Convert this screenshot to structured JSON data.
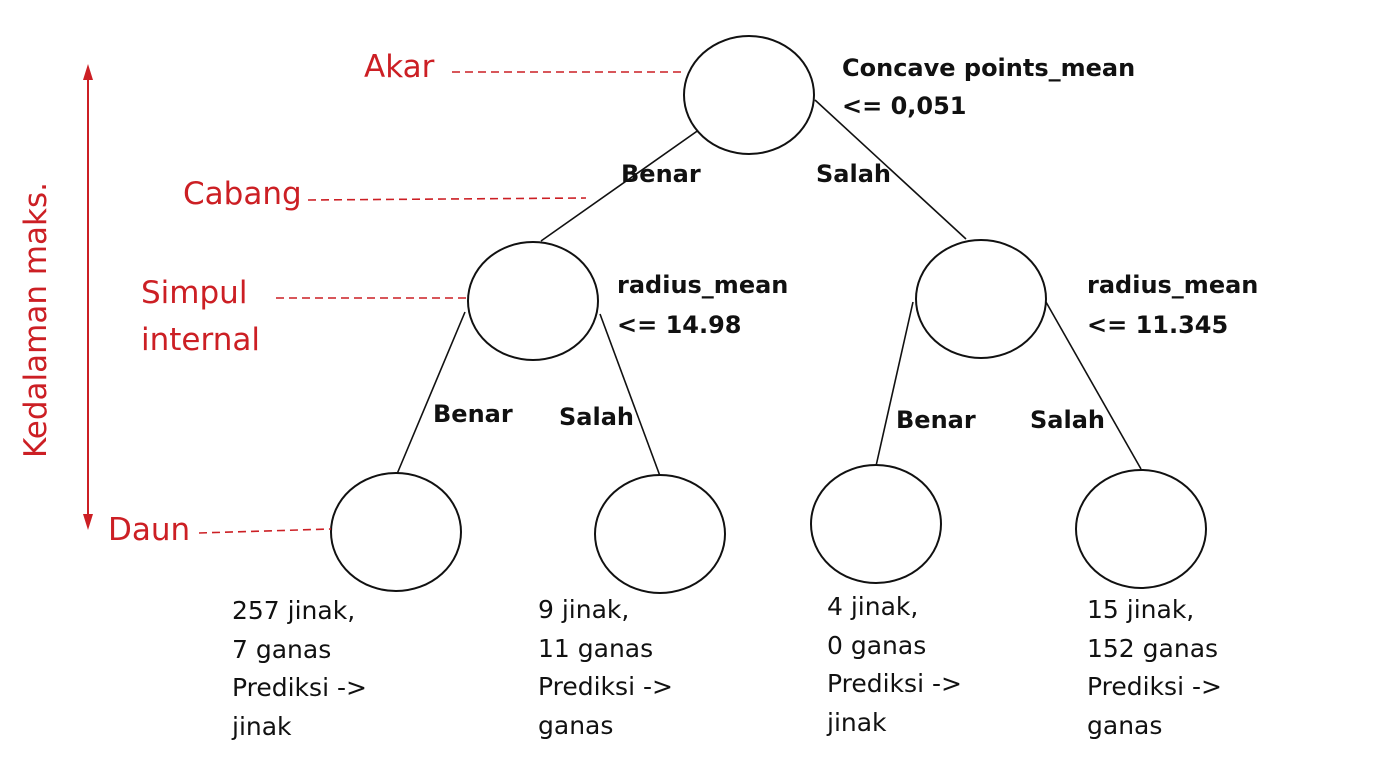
{
  "colors": {
    "annotation": "#cc1f24",
    "text": "#111111",
    "line": "#111111",
    "background": "#ffffff"
  },
  "annotations": {
    "root": "Akar",
    "branch": "Cabang",
    "internal_node_line1": "Simpul",
    "internal_node_line2": "internal",
    "leaf": "Daun",
    "max_depth": "Kedalaman maks."
  },
  "tree": {
    "root": {
      "condition_line1": "Concave points_mean",
      "condition_line2": "<= 0,051"
    },
    "left_node": {
      "condition_line1": "radius_mean",
      "condition_line2": "<= 14.98"
    },
    "right_node": {
      "condition_line1": "radius_mean",
      "condition_line2": "<= 11.345"
    },
    "edge_labels": {
      "root_left": "Benar",
      "root_right": "Salah",
      "left_left": "Benar",
      "left_right": "Salah",
      "right_left": "Benar",
      "right_right": "Salah"
    },
    "leaves": [
      {
        "line1": "257 jinak,",
        "line2": "7 ganas",
        "line3": "Prediksi ->",
        "line4": "jinak"
      },
      {
        "line1": "9 jinak,",
        "line2": "11 ganas",
        "line3": "Prediksi ->",
        "line4": "ganas"
      },
      {
        "line1": "4 jinak,",
        "line2": "0 ganas",
        "line3": "Prediksi ->",
        "line4": "jinak"
      },
      {
        "line1": "15 jinak,",
        "line2": "152 ganas",
        "line3": "Prediksi ->",
        "line4": "ganas"
      }
    ]
  }
}
